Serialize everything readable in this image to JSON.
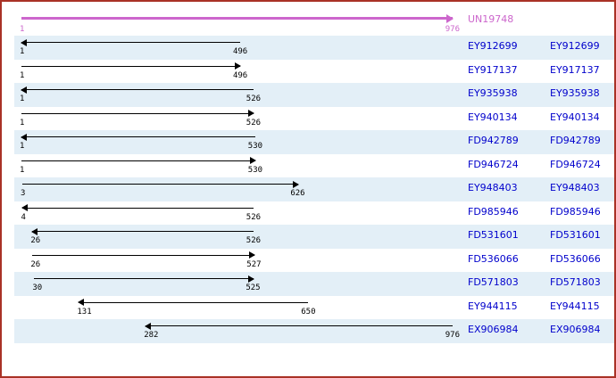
{
  "figure": {
    "type": "sequence-alignment-map",
    "query_length": 976,
    "axis_min": 1,
    "axis_max": 976,
    "colors": {
      "border": "#a93226",
      "band": "#e3eff7",
      "reference": "#cc66cc",
      "accession": "#0000cc",
      "alignment": "#000000",
      "background": "#ffffff"
    }
  },
  "reference": {
    "name": "UN19748",
    "start_label": "1",
    "end_label": "976",
    "start": 1,
    "end": 976,
    "direction": "right"
  },
  "columns": {
    "accession_col1": "accession",
    "accession_col2": "accession"
  },
  "rows": [
    {
      "accession": "EY912699",
      "start_label": "1",
      "end_label": "496",
      "start": 1,
      "end": 496,
      "direction": "left",
      "shaded": true
    },
    {
      "accession": "EY917137",
      "start_label": "1",
      "end_label": "496",
      "start": 1,
      "end": 496,
      "direction": "right",
      "shaded": false
    },
    {
      "accession": "EY935938",
      "start_label": "1",
      "end_label": "526",
      "start": 1,
      "end": 526,
      "direction": "left",
      "shaded": true
    },
    {
      "accession": "EY940134",
      "start_label": "1",
      "end_label": "526",
      "start": 1,
      "end": 526,
      "direction": "right",
      "shaded": false
    },
    {
      "accession": "FD942789",
      "start_label": "1",
      "end_label": "530",
      "start": 1,
      "end": 530,
      "direction": "left",
      "shaded": true
    },
    {
      "accession": "FD946724",
      "start_label": "1",
      "end_label": "530",
      "start": 1,
      "end": 530,
      "direction": "right",
      "shaded": false
    },
    {
      "accession": "EY948403",
      "start_label": "3",
      "end_label": "626",
      "start": 3,
      "end": 626,
      "direction": "right",
      "shaded": true
    },
    {
      "accession": "FD985946",
      "start_label": "4",
      "end_label": "526",
      "start": 4,
      "end": 526,
      "direction": "left",
      "shaded": false
    },
    {
      "accession": "FD531601",
      "start_label": "26",
      "end_label": "526",
      "start": 26,
      "end": 526,
      "direction": "left",
      "shaded": true
    },
    {
      "accession": "FD536066",
      "start_label": "26",
      "end_label": "527",
      "start": 26,
      "end": 527,
      "direction": "right",
      "shaded": false
    },
    {
      "accession": "FD571803",
      "start_label": "30",
      "end_label": "525",
      "start": 30,
      "end": 525,
      "direction": "right",
      "shaded": true
    },
    {
      "accession": "EY944115",
      "start_label": "131",
      "end_label": "650",
      "start": 131,
      "end": 650,
      "direction": "left",
      "shaded": false
    },
    {
      "accession": "EX906984",
      "start_label": "282",
      "end_label": "976",
      "start": 282,
      "end": 976,
      "direction": "left",
      "shaded": true
    }
  ]
}
